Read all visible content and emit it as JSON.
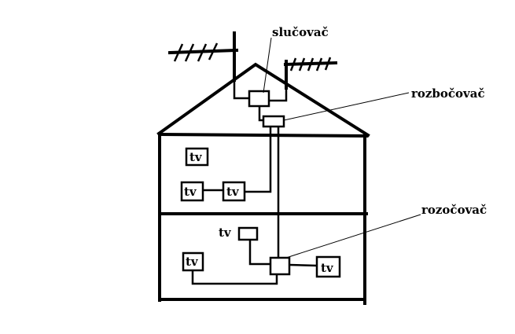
{
  "labels": {
    "combiner": "slučovač",
    "splitter_top": "rozbočovač",
    "splitter_bottom": "rozočovač"
  },
  "tv": {
    "upper_top": "tv",
    "upper_left": "tv",
    "upper_middle": "tv",
    "lower_small": "tv",
    "lower_left": "tv",
    "lower_right": "tv"
  },
  "colors": {
    "ink": "#000000",
    "background": "#ffffff"
  }
}
